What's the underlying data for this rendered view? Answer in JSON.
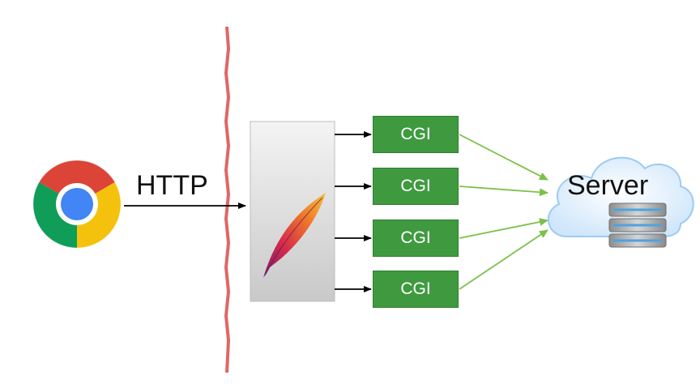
{
  "diagram": {
    "protocol_label": "HTTP",
    "handler_label": "CGI",
    "server_label": "Server",
    "nodes": [
      {
        "id": "browser",
        "icon": "chrome-browser-icon"
      },
      {
        "id": "web-server",
        "icon": "apache-feather-icon"
      },
      {
        "id": "cgi-1",
        "label": "CGI"
      },
      {
        "id": "cgi-2",
        "label": "CGI"
      },
      {
        "id": "cgi-3",
        "label": "CGI"
      },
      {
        "id": "cgi-4",
        "label": "CGI"
      },
      {
        "id": "server",
        "label": "Server",
        "icon": "cloud-database-icon"
      }
    ],
    "edges": [
      {
        "from": "browser",
        "to": "web-server",
        "label": "HTTP"
      },
      {
        "from": "web-server",
        "to": "cgi-1"
      },
      {
        "from": "web-server",
        "to": "cgi-2"
      },
      {
        "from": "web-server",
        "to": "cgi-3"
      },
      {
        "from": "web-server",
        "to": "cgi-4"
      },
      {
        "from": "cgi-1",
        "to": "server"
      },
      {
        "from": "cgi-2",
        "to": "server"
      },
      {
        "from": "cgi-3",
        "to": "server"
      },
      {
        "from": "cgi-4",
        "to": "server"
      }
    ],
    "colors": {
      "cgi_box": "#3f9a3f",
      "firewall": "#e06666",
      "link_to_server": "#7cc04a",
      "arrow": "#000000"
    }
  }
}
